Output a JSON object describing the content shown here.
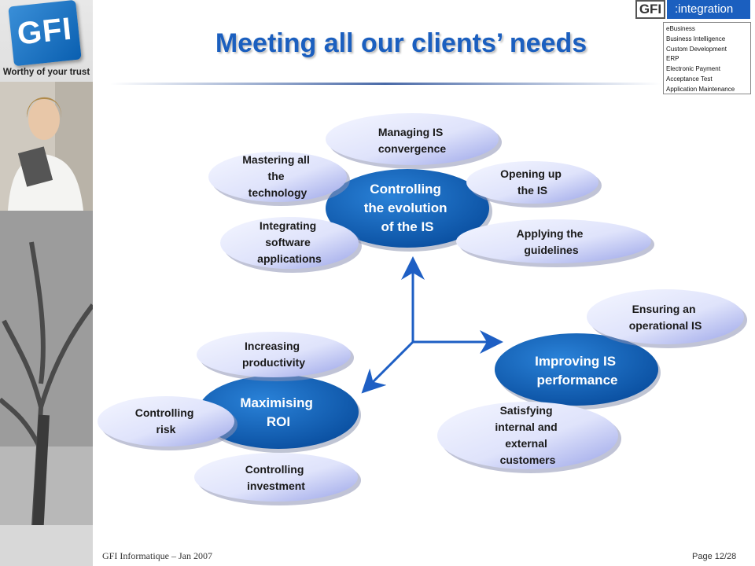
{
  "title": "Meeting all our clients’ needs",
  "brand": {
    "logo": "GFI",
    "tagline": "Worthy of your trust"
  },
  "integration": {
    "gfi": "GFI",
    "word": ":integration",
    "items": [
      "eBusiness",
      "Business Intelligence",
      "Custom Development",
      "ERP",
      "Electronic Payment",
      "Acceptance Test",
      "Application Maintenance"
    ]
  },
  "hubs": {
    "top": {
      "lines": [
        "Controlling",
        "the evolution",
        "of the IS"
      ],
      "satellites": [
        {
          "lines": [
            "Managing IS",
            "convergence"
          ]
        },
        {
          "lines": [
            "Mastering all",
            "the",
            "technology"
          ]
        },
        {
          "lines": [
            "Opening up",
            "the IS"
          ]
        },
        {
          "lines": [
            "Integrating",
            "software",
            "applications"
          ]
        },
        {
          "lines": [
            "Applying the",
            "guidelines"
          ]
        }
      ]
    },
    "left": {
      "lines": [
        "Maximising",
        "ROI"
      ],
      "satellites": [
        {
          "lines": [
            "Increasing",
            "productivity"
          ]
        },
        {
          "lines": [
            "Controlling",
            "risk"
          ]
        },
        {
          "lines": [
            "Controlling",
            "investment"
          ]
        }
      ]
    },
    "right": {
      "lines": [
        "Improving IS",
        "performance"
      ],
      "satellites": [
        {
          "lines": [
            "Ensuring an",
            "operational IS"
          ]
        },
        {
          "lines": [
            "Satisfying",
            "internal and",
            "external",
            "customers"
          ]
        }
      ]
    }
  },
  "colors": {
    "title": "#1b5fbf",
    "hub": "#0a5fb8",
    "arrow": "#1e5fc4",
    "satellite_light": "#f4f6ff",
    "satellite_dark": "#9aa4e8"
  },
  "footer": {
    "left": "GFI Informatique – Jan 2007",
    "right": "Page 12/28"
  }
}
